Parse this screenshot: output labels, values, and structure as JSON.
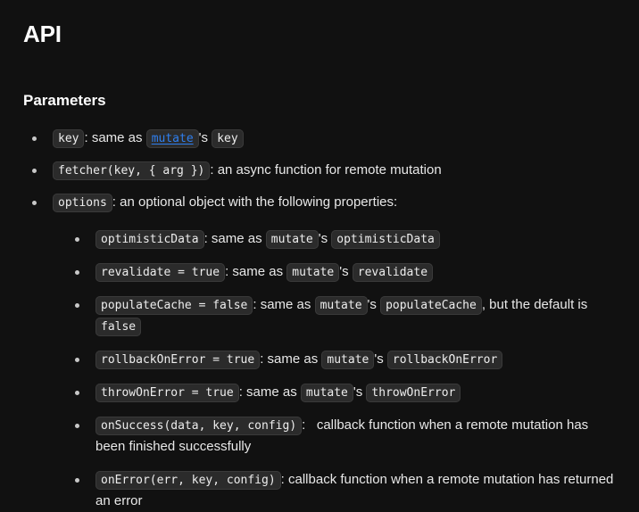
{
  "page": {
    "title": "API",
    "section_heading": "Parameters",
    "background_color": "#111111",
    "text_color": "#ededed",
    "code_chip_bg": "#2b2b2b",
    "code_chip_border": "#3a3a3a",
    "link_color": "#2f7fef"
  },
  "params": [
    {
      "code": "key",
      "sep": ": same as ",
      "link_code": "mutate",
      "possessive": "'s ",
      "ref_code": "key"
    },
    {
      "code": "fetcher(key, { arg })",
      "desc": ": an async function for remote mutation"
    },
    {
      "code": "options",
      "desc": ": an optional object with the following properties:"
    }
  ],
  "options": [
    {
      "code": "optimisticData",
      "sep": ": same as ",
      "ref_owner": "mutate",
      "possessive": "'s ",
      "ref_code": "optimisticData",
      "tail": ""
    },
    {
      "code": "revalidate = true",
      "sep": ": same as ",
      "ref_owner": "mutate",
      "possessive": "'s ",
      "ref_code": "revalidate",
      "tail": ""
    },
    {
      "code": "populateCache = false",
      "sep": ": same as ",
      "ref_owner": "mutate",
      "possessive": "'s ",
      "ref_code": "populateCache",
      "tail": ", but the default is ",
      "tail_code": "false"
    },
    {
      "code": "rollbackOnError = true",
      "sep": ": same as ",
      "ref_owner": "mutate",
      "possessive": "'s ",
      "ref_code": "rollbackOnError",
      "tail": ""
    },
    {
      "code": "throwOnError = true",
      "sep": ": same as ",
      "ref_owner": "mutate",
      "possessive": "'s ",
      "ref_code": "throwOnError",
      "tail": ""
    },
    {
      "code": "onSuccess(data, key, config)",
      "desc": ":   callback function when a remote mutation has been finished successfully"
    },
    {
      "code": "onError(err, key, config)",
      "desc": ": callback function when a remote mutation has returned an error"
    }
  ]
}
